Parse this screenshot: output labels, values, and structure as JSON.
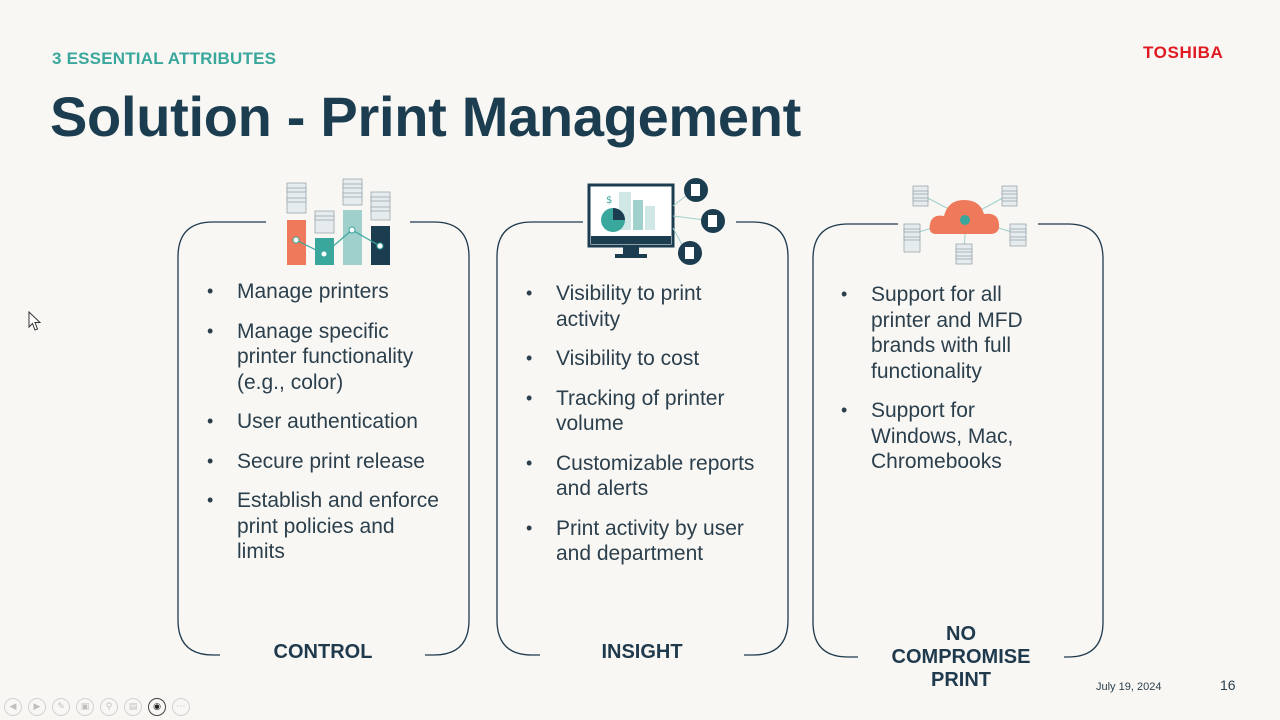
{
  "slide": {
    "eyebrow": "3 ESSENTIAL ATTRIBUTES",
    "brand": "TOSHIBA",
    "title": "Solution - Print Management",
    "date": "July 19, 2024",
    "page_number": "16"
  },
  "columns": [
    {
      "caption": "CONTROL",
      "icon": "printer-bar-chart-icon",
      "bullets": [
        "Manage printers",
        "Manage specific printer functionality (e.g., color)",
        "User authentication",
        "Secure print release",
        "Establish and enforce print policies and limits"
      ]
    },
    {
      "caption": "INSIGHT",
      "icon": "monitor-report-icon",
      "bullets": [
        "Visibility to print activity",
        "Visibility to cost",
        "Tracking of printer volume",
        "Customizable reports and alerts",
        "Print activity by user and department"
      ]
    },
    {
      "caption_lines": [
        "NO",
        "COMPROMISE",
        "PRINT"
      ],
      "icon": "cloud-printers-icon",
      "bullets": [
        "Support for all printer and MFD brands with full functionality",
        "Support for Windows, Mac, Chromebooks"
      ]
    }
  ],
  "colors": {
    "accent_teal": "#3aa79d",
    "title_navy": "#1b3d4f",
    "brand_red": "#e11a22",
    "coral": "#ee7a5b"
  },
  "toolbar_icons": [
    "previous-icon",
    "next-icon",
    "pen-icon",
    "copy-icon",
    "zoom-icon",
    "subtitles-icon",
    "camera-icon",
    "more-icon"
  ]
}
